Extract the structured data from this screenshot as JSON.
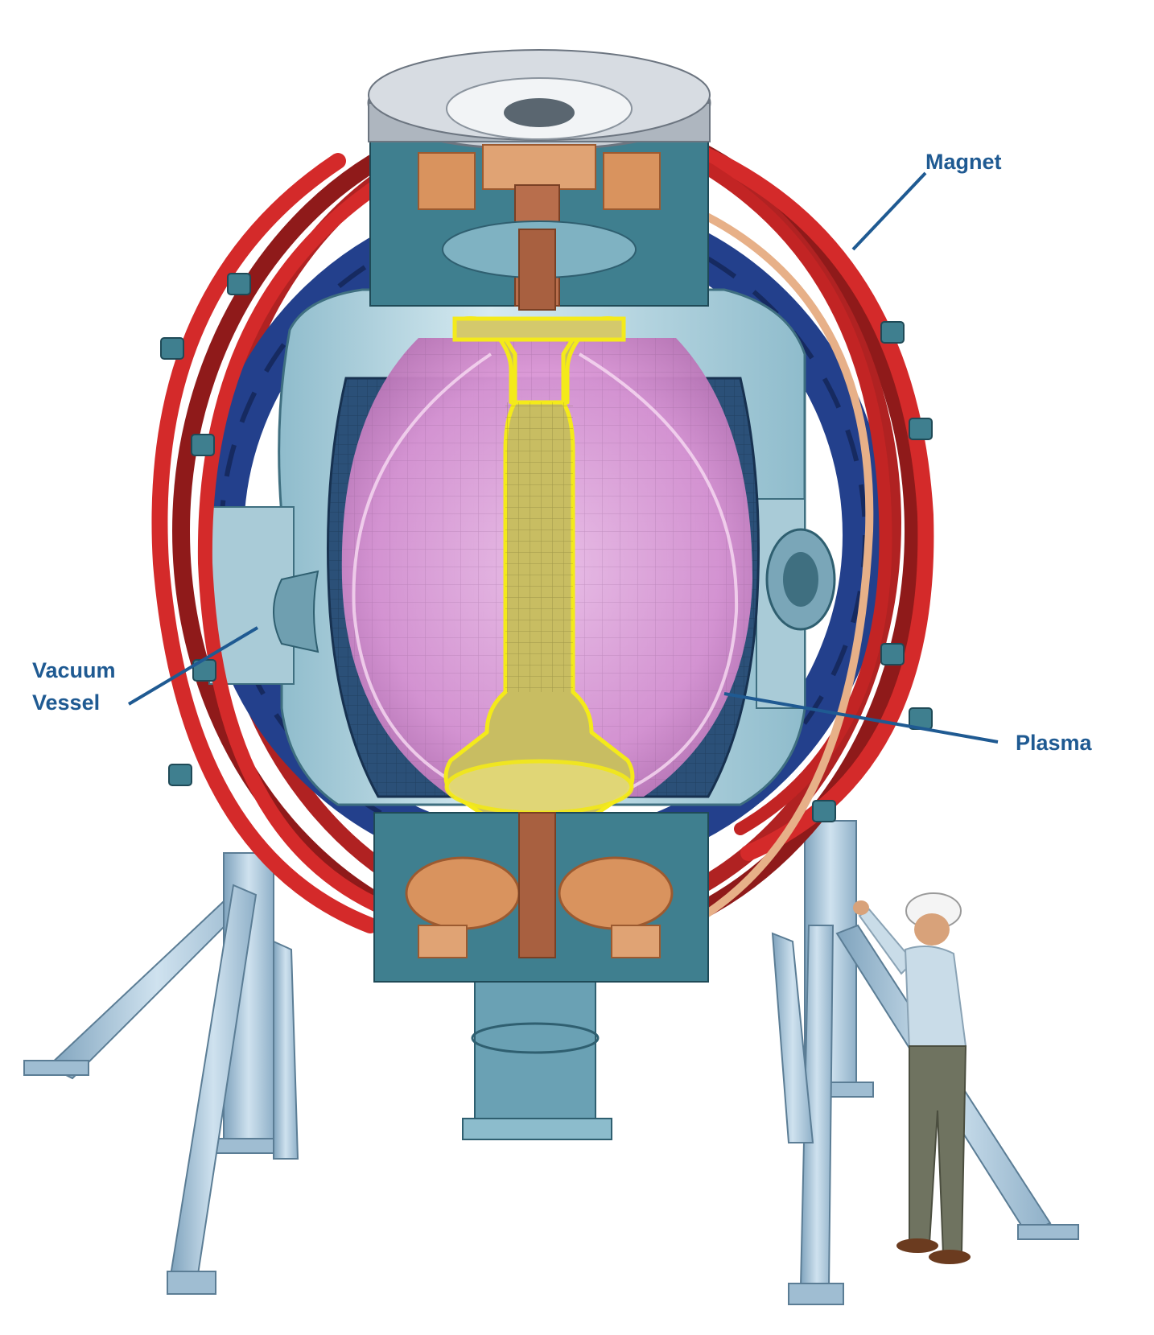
{
  "labels": {
    "magnet": "Magnet",
    "vacuum_vessel_line1": "Vacuum",
    "vacuum_vessel_line2": "Vessel",
    "plasma": "Plasma"
  },
  "colors": {
    "label_text": "#1f5a92",
    "leader_line": "#1f5a92",
    "magnet_coil": "#d42a2a",
    "magnet_coil_dark": "#8f1a1a",
    "vessel_body": "#b9d7e2",
    "vessel_shadow": "#5f98ab",
    "structure_teal": "#3f7f8f",
    "coil_blue": "#23408c",
    "copper": "#d9935e",
    "copper_dark": "#9c5a30",
    "plasma_pink": "#e6a2dc",
    "plasma_deep": "#c07ac0",
    "center_stack": "#c8bd62",
    "center_outline": "#f4ea1a",
    "support_legs": "#a9c7dc",
    "top_plate": "#c9cfd6"
  },
  "icons": {
    "person": "engineer-figure-icon",
    "magnet": "magnet-coil-icon",
    "plasma": "plasma-region-icon",
    "vessel": "vacuum-vessel-icon"
  }
}
